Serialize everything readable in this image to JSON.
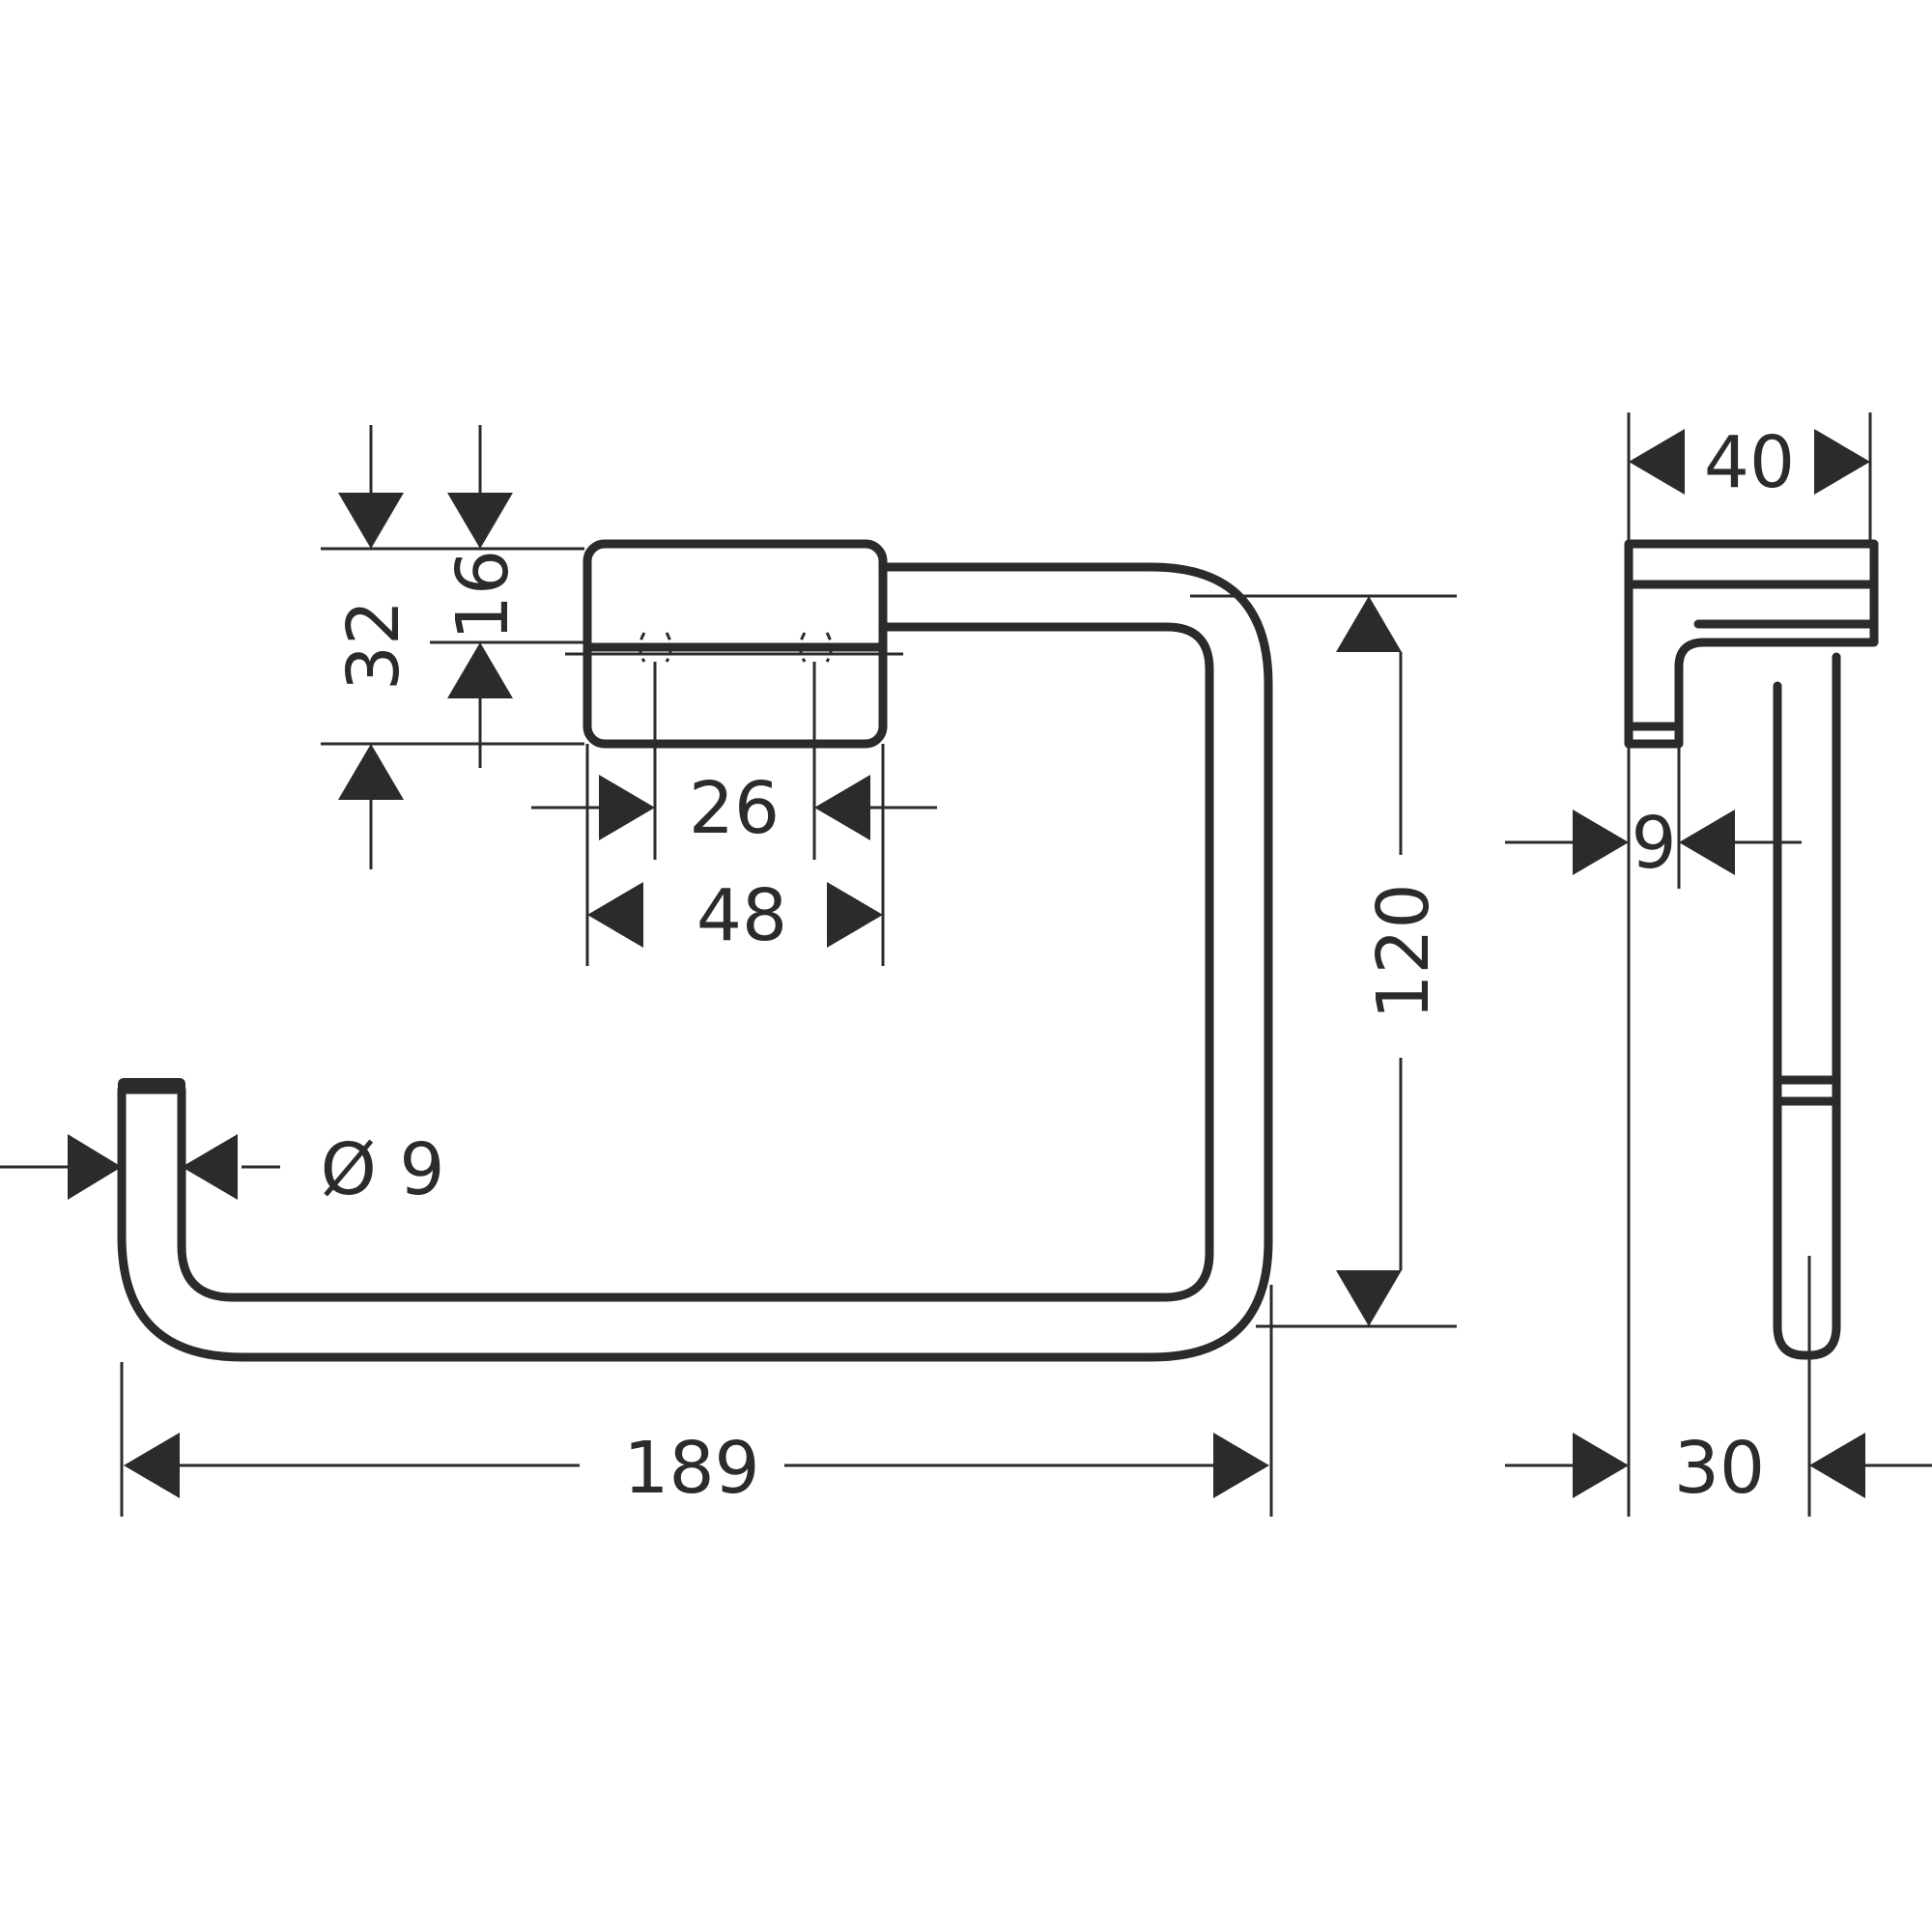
{
  "colors": {
    "line": "#2b2b2b",
    "background": "#ffffff"
  },
  "dimensions": {
    "mount_height": "32",
    "mount_half_height": "16",
    "screw_spacing": "26",
    "mount_width": "48",
    "ring_height": "120",
    "rod_diameter": "Ø 9",
    "total_width": "189",
    "depth": "40",
    "mount_thickness": "9",
    "ring_offset": "30"
  }
}
